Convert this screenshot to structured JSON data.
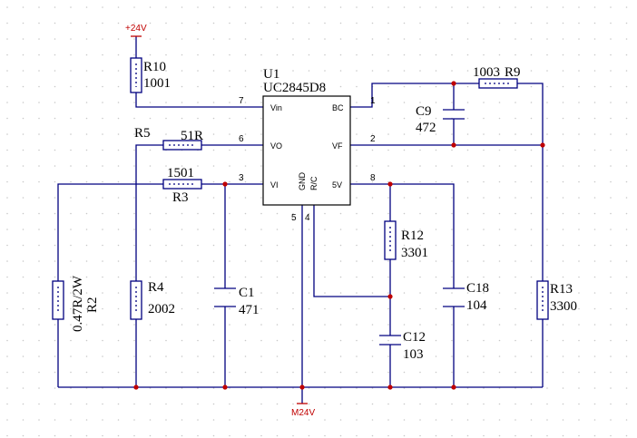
{
  "power": {
    "top": "+24V",
    "bottom": "M24V"
  },
  "ic": {
    "ref": "U1",
    "part": "UC2845D8",
    "pins": [
      {
        "num": "7",
        "name": "Vin"
      },
      {
        "num": "6",
        "name": "VO"
      },
      {
        "num": "3",
        "name": "VI"
      },
      {
        "num": "1",
        "name": "BC"
      },
      {
        "num": "2",
        "name": "VF"
      },
      {
        "num": "8",
        "name": "5V"
      },
      {
        "num": "5",
        "name": "GND"
      },
      {
        "num": "4",
        "name": "R/C"
      }
    ]
  },
  "components": {
    "r10": {
      "ref": "R10",
      "value": "1001"
    },
    "r5": {
      "ref": "R5",
      "value": "51R"
    },
    "r3": {
      "ref": "R3",
      "value": "1501"
    },
    "r4": {
      "ref": "R4",
      "value": "2002"
    },
    "r2": {
      "ref": "R2",
      "value": "0.47R/2W"
    },
    "c1": {
      "ref": "C1",
      "value": "471"
    },
    "r12": {
      "ref": "R12",
      "value": "3301"
    },
    "c12": {
      "ref": "C12",
      "value": "103"
    },
    "c18": {
      "ref": "C18",
      "value": "104"
    },
    "r13": {
      "ref": "R13",
      "value": "3300"
    },
    "c9": {
      "ref": "C9",
      "value": "472"
    },
    "r9": {
      "ref": "R9",
      "value": "1003"
    }
  },
  "colors": {
    "wire": "#000080",
    "junction": "#c00000",
    "power": "#c00000",
    "grid": "#c8c8c8"
  }
}
